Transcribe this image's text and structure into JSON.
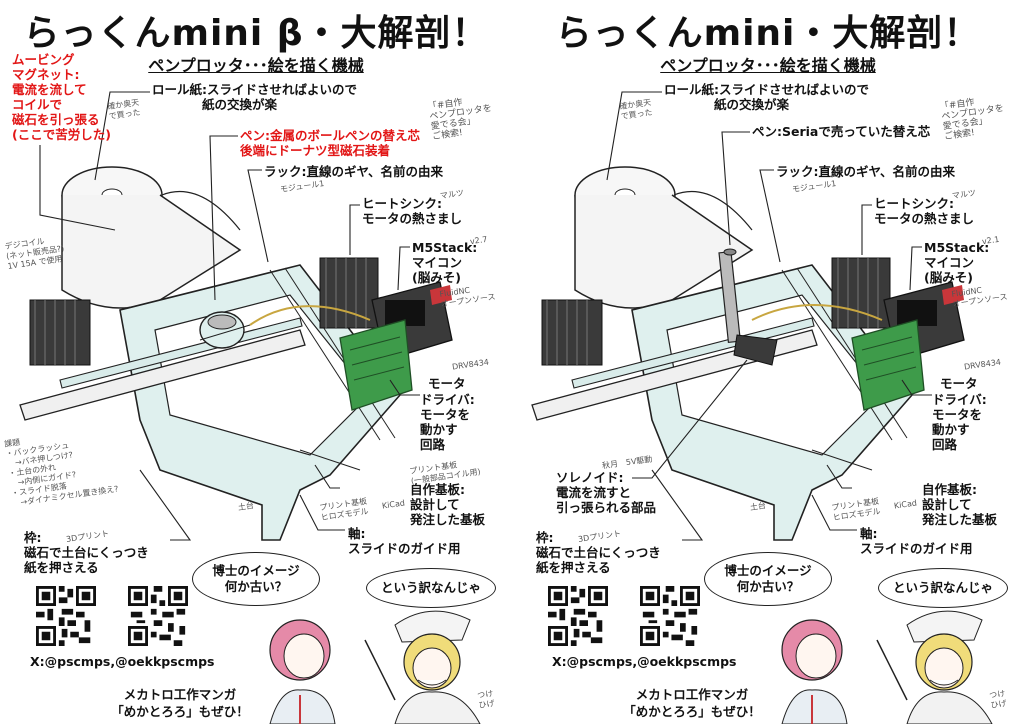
{
  "left": {
    "title": "らっくんmini β・大解剖！",
    "subtitle": "ペンプロッタ･･･絵を描く機械",
    "labels": {
      "moving_magnet": "ムービング\nマグネット:\n電流を流して\nコイルで\n磁石を引っ張る\n(ここで苦労した)",
      "roll_paper": "ロール紙:スライドさせればよいので\n　　　　紙の交換が楽",
      "pen": "ペン:金属のボールペンの替え芯\n後端にドーナツ型磁石装着",
      "rack": "ラック:直線のギヤ、名前の由来",
      "heatsink": "ヒートシンク:\nモータの熱さまし",
      "m5stack": "M5Stack:\nマイコン\n(脳みそ)",
      "motor": "モータ",
      "driver": "ドライバ:\nモータを\n動かす\n回路",
      "pcb": "自作基板:\n設計して\n発注した基板",
      "frame": "枠:\n磁石で土台にくっつき\n紙を押さえる",
      "shaft": "軸:\nスライドのガイド用"
    },
    "handwritten": {
      "roll_note": "確か奥天\nで買った",
      "circle_note": "「#自作\nペンプロッタを\n愛でる会」\nご検索!",
      "module": "モジュール1",
      "maru": "マルツ",
      "version": "v2.7",
      "fluidnc": "FluidNC\nオープンソース",
      "drv": "DRV8434",
      "kicad": "KiCad",
      "elecrow": "プリント基板\n(一般部品コイル用)",
      "print": "プリント基板\nヒロズモデル",
      "base": "土台",
      "print3d": "3Dプリント",
      "coil": "デジコイル\n(ネット販売品?)\n1V 15A で使用",
      "issues": "課題\n・バックラッシュ\n　→バネ押しつけ?\n・土台の外れ\n　→内側にガイド?\n・スライド脱落\n　→ダイナミクセル置き換え?"
    },
    "bubbles": {
      "hakase": "博士のイメージ\n何か古い？",
      "reply": "という訳なんじゃ"
    },
    "handle": "X:@pscmps,@oekkpscmps",
    "footer": "メカトロ工作マンガ\n「めかとろろ」もぜひ！",
    "beard_note": "つけ\nひげ"
  },
  "right": {
    "title": "らっくんmini・大解剖！",
    "subtitle": "ペンプロッタ･･･絵を描く機械",
    "labels": {
      "roll_paper": "ロール紙:スライドさせればよいので\n　　　　紙の交換が楽",
      "pen": "ペン:Seriaで売っていた替え芯",
      "rack": "ラック:直線のギヤ、名前の由来",
      "heatsink": "ヒートシンク:\nモータの熱さまし",
      "m5stack": "M5Stack:\nマイコン\n(脳みそ)",
      "motor": "モータ",
      "driver": "ドライバ:\nモータを\n動かす\n回路",
      "pcb": "自作基板:\n設計して\n発注した基板",
      "solenoid": "ソレノイド:\n電流を流すと\n引っ張られる部品",
      "frame": "枠:\n磁石で土台にくっつき\n紙を押さえる",
      "shaft": "軸:\nスライドのガイド用"
    },
    "handwritten": {
      "roll_note": "確か奥天\nで買った",
      "circle_note": "「#自作\nペンプロッタを\n愛でる会」\nご検索!",
      "module": "モジュール1",
      "maru": "マルツ",
      "version": "v2.1",
      "fluidnc": "FluidNC\nオープンソース",
      "drv": "DRV8434",
      "kicad": "KiCad",
      "print": "プリント基板\nヒロズモデル",
      "base": "土台",
      "print3d": "3Dプリント",
      "solenoid_note": "秋月　5V駆動"
    },
    "bubbles": {
      "hakase": "博士のイメージ\n何か古い？",
      "reply": "という訳なんじゃ"
    },
    "handle": "X:@pscmps,@oekkpscmps",
    "footer": "メカトロ工作マンガ\n「めかとろろ」もぜひ！",
    "beard_note": "つけ\nひげ"
  },
  "colors": {
    "frame_fill": "#dff0ee",
    "pcb_green": "#3e9b4a",
    "heatsink": "#3a3a3a",
    "m5_red": "#c9363a",
    "label_red": "#e21616",
    "hair_pink": "#e58aa8",
    "hair_yellow": "#f0dc7a"
  }
}
